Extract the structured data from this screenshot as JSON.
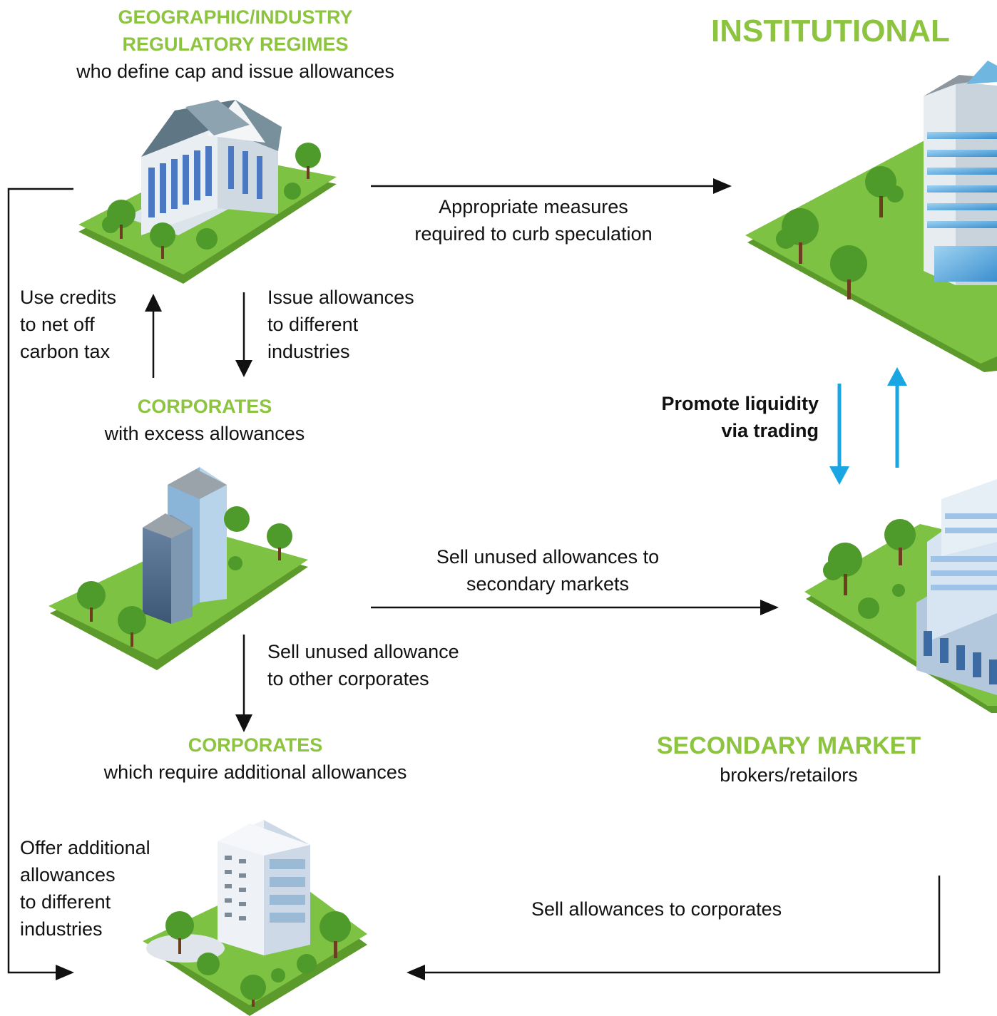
{
  "regulators": {
    "title_line1": "GEOGRAPHIC/INDUSTRY",
    "title_line2": "REGULATORY REGIMES",
    "subtitle": "who define cap and issue allowances"
  },
  "institutional": {
    "title": "INSTITUTIONAL"
  },
  "corporates_excess": {
    "title": "CORPORATES",
    "subtitle": "with excess allowances"
  },
  "corporates_require": {
    "title": "CORPORATES",
    "subtitle": "which require additional allowances"
  },
  "secondary_market": {
    "title": "SECONDARY MARKET",
    "subtitle": "brokers/retailors"
  },
  "flows": {
    "measures_l1": "Appropriate measures",
    "measures_l2": "required to curb speculation",
    "credits_l1": "Use credits",
    "credits_l2": "to net off",
    "credits_l3": "carbon tax",
    "issue_l1": "Issue allowances",
    "issue_l2": "to different",
    "issue_l3": "industries",
    "liquidity_l1": "Promote liquidity",
    "liquidity_l2": "via trading",
    "sell_secondary_l1": "Sell unused allowances to",
    "sell_secondary_l2": "secondary markets",
    "sell_corporates_l1": "Sell unused allowance",
    "sell_corporates_l2": "to other corporates",
    "offer_l1": "Offer additional",
    "offer_l2": "allowances",
    "offer_l3": "to different",
    "offer_l4": "industries",
    "sell_to_corporates": "Sell allowances to corporates"
  },
  "colors": {
    "accent_green": "#8dc43f",
    "arrow_blue": "#1aa6e3",
    "grass": "#7dc242"
  }
}
